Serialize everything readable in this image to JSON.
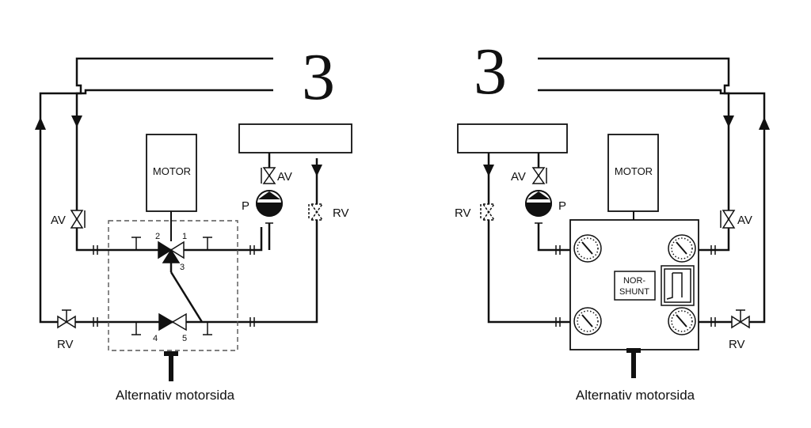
{
  "left": {
    "zone_number": "3",
    "motor_label": "MOTOR",
    "av_top_label": "AV",
    "pump_label": "P",
    "rv_right_label": "RV",
    "av_left_label": "AV",
    "rv_bottom_label": "RV",
    "port_labels": [
      "2",
      "1",
      "3",
      "4",
      "5"
    ],
    "caption": "Alternativ motorsida"
  },
  "right": {
    "zone_number": "3",
    "motor_label": "MOTOR",
    "av_top_label": "AV",
    "pump_label": "P",
    "rv_left_label": "RV",
    "av_right_label": "AV",
    "rv_bottom_label": "RV",
    "unit_label_line1": "NOR-",
    "unit_label_line2": "SHUNT",
    "caption": "Alternativ motorsida"
  },
  "colors": {
    "line": "#111111",
    "background": "#ffffff",
    "dashed": "#555555"
  }
}
